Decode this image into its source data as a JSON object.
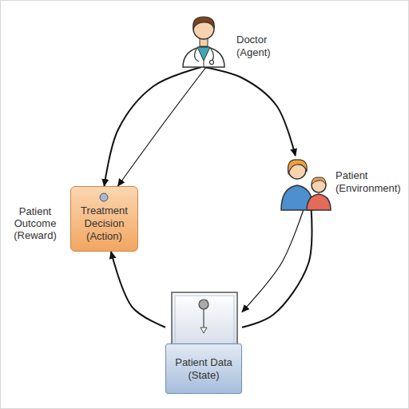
{
  "diagram": {
    "nodes": [
      {
        "text": [
          "Doctor (Agent)"
        ]
      },
      {
        "text": [
          "Patient (Environment)"
        ]
      },
      {
        "text": [
          "Treatment Decision (Action)"
        ]
      },
      {
        "text": [
          "Patient Data (State)"
        ]
      }
    ],
    "edges": [
      {
        "from": 0,
        "to": 1,
        "arrow": "to"
      },
      {
        "from": 0,
        "to": 2,
        "arrow": "to"
      },
      {
        "from": 0,
        "to": 2,
        "arrow": "to"
      },
      {
        "from": 1,
        "to": 3,
        "arrow": "to"
      },
      {
        "from": 1,
        "to": 3,
        "arrow": "none"
      },
      {
        "from": 3,
        "to": 2,
        "arrow": "to"
      }
    ],
    "labels": [
      "Patient Outcome (Reward)"
    ]
  }
}
